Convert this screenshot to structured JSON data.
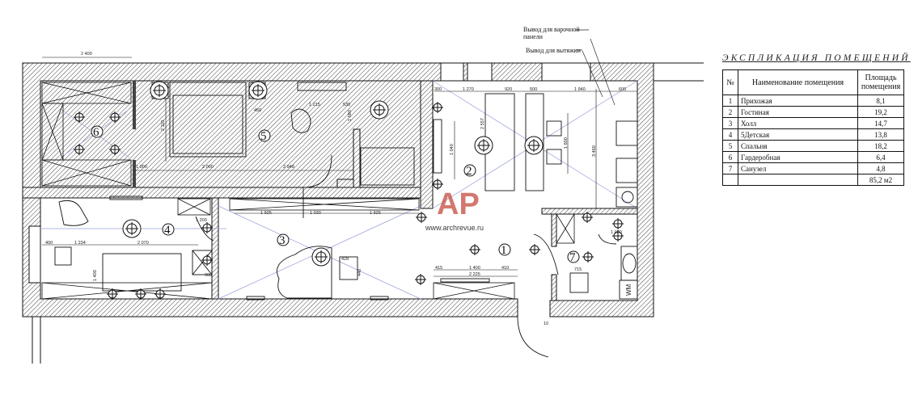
{
  "table": {
    "title": "ЭКСПЛИКАЦИЯ ПОМЕЩЕНИЙ",
    "headers": {
      "num": "№",
      "name": "Наименование помещения",
      "area": "Площадь помещения"
    },
    "rows": [
      {
        "num": "1",
        "name": "Прихожая",
        "area": "8,1"
      },
      {
        "num": "2",
        "name": "Гостиная",
        "area": "19,2"
      },
      {
        "num": "3",
        "name": "Холл",
        "area": "14,7"
      },
      {
        "num": "4",
        "name": "5Детская",
        "area": "13,8"
      },
      {
        "num": "5",
        "name": "Спальня",
        "area": "18,2"
      },
      {
        "num": "6",
        "name": "Гардеробная",
        "area": "6,4"
      },
      {
        "num": "7",
        "name": "Санузел",
        "area": "4,8"
      }
    ],
    "total": "85,2 м2"
  },
  "annotations": {
    "hob_outlet_line1": "Вывод для варочной",
    "hob_outlet_line2": "панели",
    "hood_outlet": "Вывод для вытяжки"
  },
  "watermark": {
    "logo": "АР",
    "url": "www.archrevue.ru",
    "color": "#c0392b"
  },
  "rooms": {
    "r1": "1",
    "r2": "2",
    "r3": "3",
    "r4": "4",
    "r5": "5",
    "r6": "6",
    "r7": "7"
  },
  "fixtures": {
    "washer": "WM"
  },
  "dimensions": {
    "d_top_left": "2 400",
    "d_wall_1000": "1 000",
    "d_bed_2000": "2 000",
    "d_2948": "2 948",
    "d_bed_2110": "2 110",
    "d_450": "450",
    "d_1215": "1 215",
    "d_530": "530",
    "d_1680": "1 680",
    "d_1925a": "1 925",
    "d_1030": "1 030",
    "d_1925b": "1 925",
    "d_1200": "1 200",
    "d_400": "400",
    "d_1234": "1 234",
    "d_2070": "2 070",
    "d_900": "900",
    "d_1400v": "1 400",
    "d_428": "428",
    "d_440": "440",
    "d_300": "300",
    "d_1270": "1 270",
    "d_920": "920",
    "d_500": "500",
    "d_1940": "1 940",
    "d_600": "600",
    "d_1040": "1 040",
    "d_2557": "2 557",
    "d_1600": "1 600",
    "d_3460": "3 460",
    "d_415": "415",
    "d_1400": "1 400",
    "d_410": "410",
    "d_2225": "2 225",
    "d_715": "715",
    "d_1020": "1 020",
    "d_10": "10"
  }
}
